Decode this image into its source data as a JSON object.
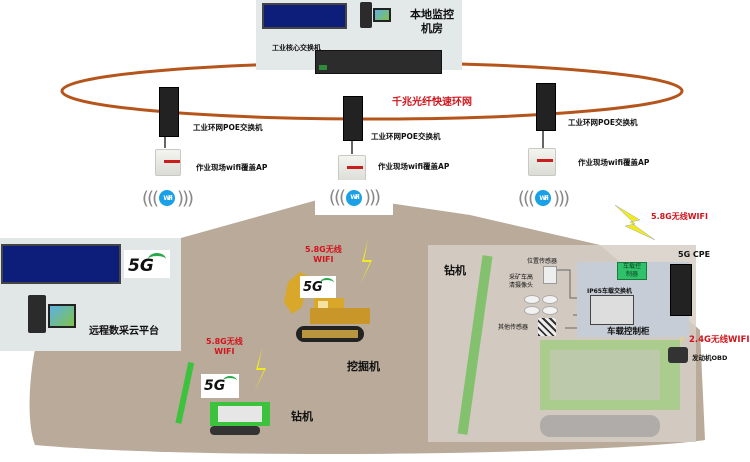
{
  "control_room": {
    "title_line1": "本地监控",
    "title_line2": "机房",
    "core_switch_label": "工业核心交换机"
  },
  "ring_network": {
    "label": "千兆光纤快速环网",
    "ring_color": "#b5541b"
  },
  "ring_nodes": [
    {
      "switch_label": "工业环网POE交换机",
      "ap_label": "作业现场wifi覆盖AP",
      "wifi_icon_text": "Wi-Fi"
    },
    {
      "switch_label": "工业环网POE交换机",
      "ap_label": "作业现场wifi覆盖AP",
      "wifi_icon_text": "Wi-Fi"
    },
    {
      "switch_label": "工业环网POE交换机",
      "ap_label": "作业现场wifi覆盖AP",
      "wifi_icon_text": "Wi-Fi"
    }
  ],
  "cloud_platform": {
    "label": "远程数采云平台",
    "badge": "5G"
  },
  "wireless_links": {
    "cpe_link": "5.8G无线WIFI",
    "excavator_link_line1": "5.8G无线",
    "excavator_link_line2": "WIFI",
    "small_drill_link_line1": "5.8G无线",
    "small_drill_link_line2": "WIFI",
    "obd_link": "2.4G无线WIFI"
  },
  "machines": {
    "excavator_label": "挖掘机",
    "excavator_badge": "5G",
    "small_drill_label": "钻机",
    "small_drill_badge": "5G",
    "large_drill_label": "钻机"
  },
  "vehicle_cabinet": {
    "title": "车载控制柜",
    "controller_label_line1": "车载控",
    "controller_label_line2": "制器",
    "switch_label": "IP65车载交换机",
    "cpe_label": "5G CPE",
    "position_sensor": "位置传感器",
    "camera_label_line1": "采矿车高",
    "camera_label_line2": "清摄像头",
    "other_sensor": "其他传感器",
    "obd_label": "发动机OBD"
  },
  "colors": {
    "field": "#b8a898",
    "panel": "#e2e8e8",
    "accent_red": "#d0141c",
    "wifi_blue": "#1aa0e6",
    "machine_green": "#3cc23c",
    "excavator_yellow": "#d9a82a"
  }
}
